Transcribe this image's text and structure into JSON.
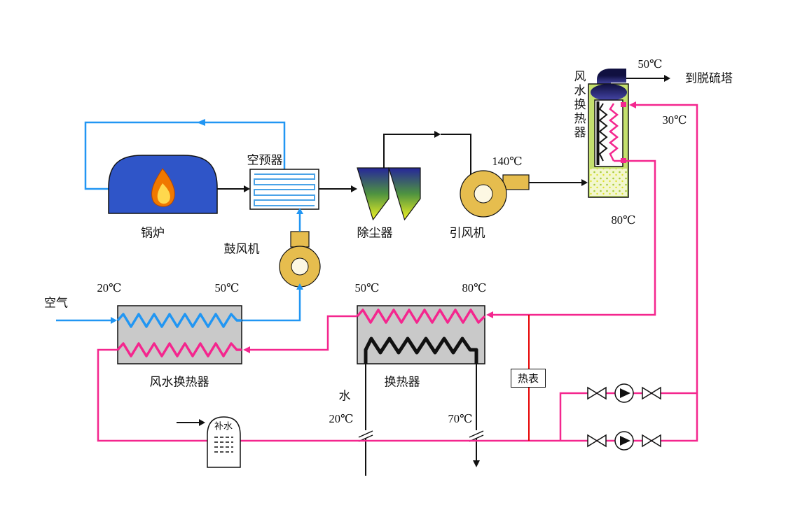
{
  "colors": {
    "air-blue": "#2196f3",
    "water-pink": "#f4268e",
    "meter-red": "#e60000",
    "boiler-blue": "#2f55c8",
    "fan-yellow": "#e6bd4e",
    "box-gray": "#c9c9c9",
    "hx-green": "#c4e06e",
    "flame-orange": "#f07800",
    "flame-yellow": "#ffd84d"
  },
  "diagram": {
    "flue_path": {
      "boiler": "锅炉",
      "air_preheater": "空预器",
      "dust_collector": "除尘器",
      "induced_fan": "引风机",
      "fan_outlet_temp": "140℃",
      "flue_hx_label": "风水换热器",
      "stack_temp": "50℃",
      "to_desulfurizer": "到脱硫塔"
    },
    "air_path": {
      "air_inlet": "空气",
      "inlet_temp": "20℃",
      "outlet_temp": "50℃",
      "forced_fan": "鼓风机",
      "air_water_hx": "风水换热器"
    },
    "water_path": {
      "heat_exchanger": "换热器",
      "hx_inlet_temp": "50℃",
      "hx_outlet_temp": "80℃",
      "supply_temp": "80℃",
      "return_temp": "30℃",
      "water_label": "水",
      "water_in_temp": "20℃",
      "water_out_temp": "70℃",
      "heat_meter": "热表",
      "makeup_water": "补水"
    }
  }
}
